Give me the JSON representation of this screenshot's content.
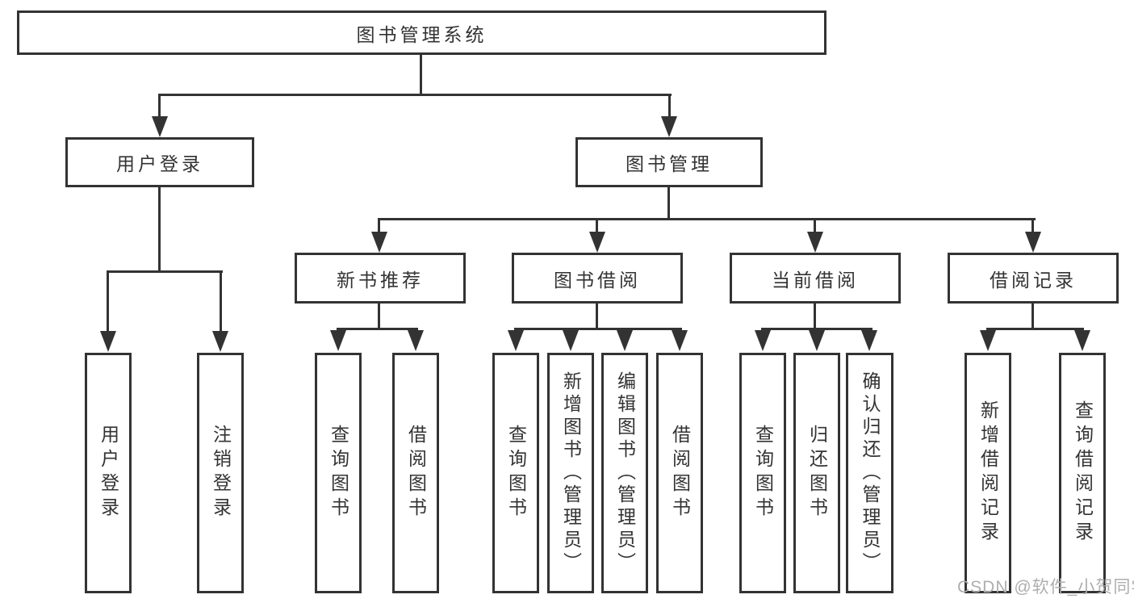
{
  "diagram": {
    "root": {
      "label": "图书管理系统"
    },
    "login": {
      "label": "用户登录",
      "children": [
        {
          "label": "用户登录"
        },
        {
          "label": "注销登录"
        }
      ]
    },
    "mgmt": {
      "label": "图书管理",
      "sections": [
        {
          "label": "新书推荐",
          "children": [
            {
              "label": "查询图书"
            },
            {
              "label": "借阅图书"
            }
          ]
        },
        {
          "label": "图书借阅",
          "children": [
            {
              "label": "查询图书"
            },
            {
              "label": "新增图书（管理员）"
            },
            {
              "label": "编辑图书（管理员）"
            },
            {
              "label": "借阅图书"
            }
          ]
        },
        {
          "label": "当前借阅",
          "children": [
            {
              "label": "查询图书"
            },
            {
              "label": "归还图书"
            },
            {
              "label": "确认归还（管理员）"
            }
          ]
        },
        {
          "label": "借阅记录",
          "children": [
            {
              "label": "新增借阅记录"
            },
            {
              "label": "查询借阅记录"
            }
          ]
        }
      ]
    },
    "colors": {
      "line": "#333333",
      "text": "#333333",
      "watermark": "#aeaeae",
      "background": "#ffffff"
    },
    "watermark": "CSDN @软件_小贺同学"
  }
}
